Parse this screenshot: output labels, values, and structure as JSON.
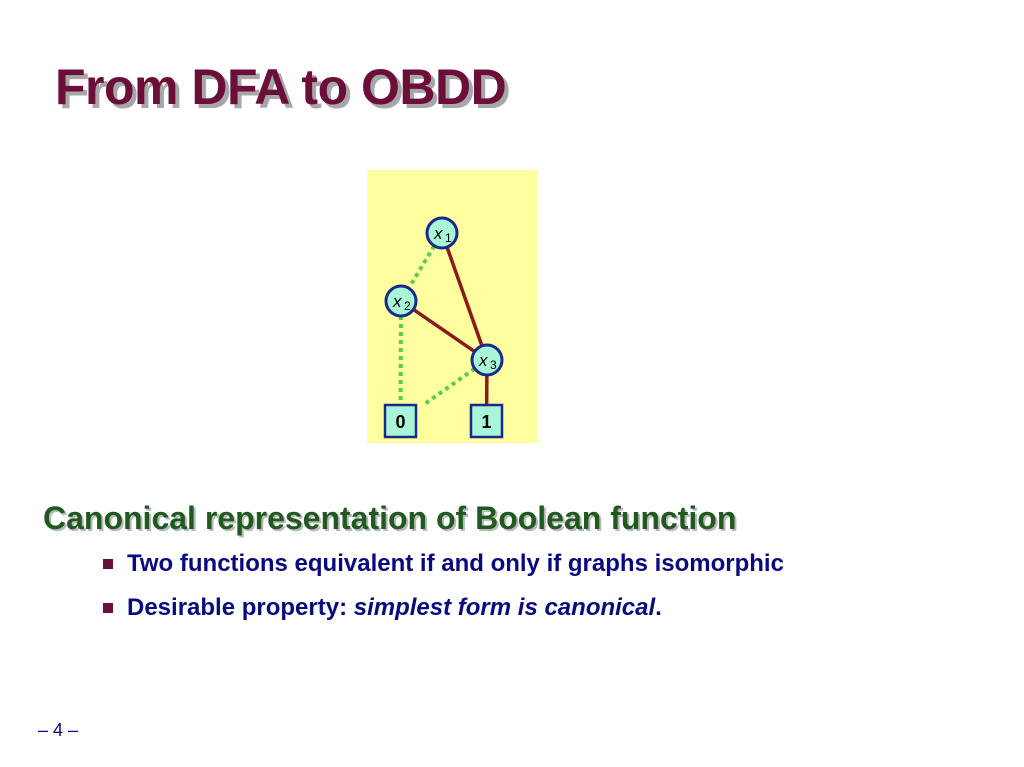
{
  "slide": {
    "title": "From DFA to OBDD",
    "main_point": "Canonical representation of Boolean function",
    "bullets": [
      {
        "text": "Two functions equivalent if and only if graphs isomorphic"
      },
      {
        "prefix": "Desirable property: ",
        "emphasis": "simplest form is canonical",
        "suffix": "."
      }
    ],
    "page_number": "– 4 –"
  },
  "diagram": {
    "colors": {
      "background": "#ffffa0",
      "node_fill": "#a8f5d8",
      "node_stroke": "#1a2a8a",
      "high_edge": "#8b1a1a",
      "low_edge": "#5acd4a"
    },
    "nodes": [
      {
        "id": "x1",
        "var": "x",
        "sub": "1"
      },
      {
        "id": "x2",
        "var": "x",
        "sub": "2"
      },
      {
        "id": "x3",
        "var": "x",
        "sub": "3"
      }
    ],
    "terminals": [
      {
        "id": "t0",
        "label": "0"
      },
      {
        "id": "t1",
        "label": "1"
      }
    ],
    "edges": [
      {
        "from": "x1",
        "to": "x2",
        "kind": "low"
      },
      {
        "from": "x1",
        "to": "x3",
        "kind": "high"
      },
      {
        "from": "x2",
        "to": "t0",
        "kind": "low"
      },
      {
        "from": "x2",
        "to": "x3",
        "kind": "high"
      },
      {
        "from": "x3",
        "to": "t0",
        "kind": "low"
      },
      {
        "from": "x3",
        "to": "t1",
        "kind": "high"
      }
    ]
  }
}
